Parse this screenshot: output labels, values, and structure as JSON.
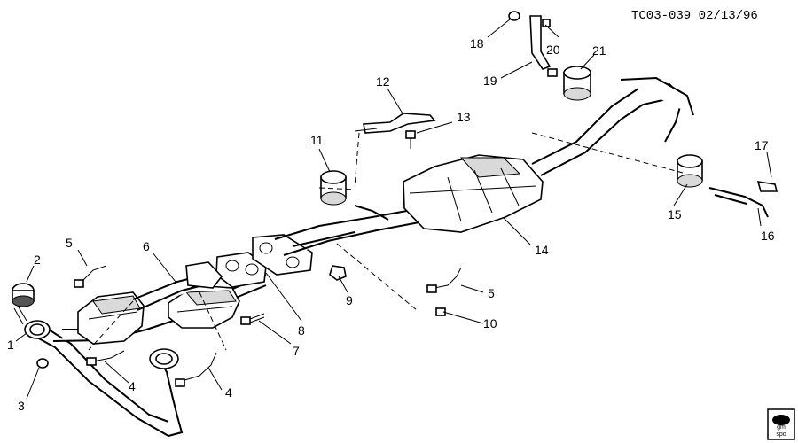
{
  "header": {
    "drawing_code": "TC03-039 02/13/96"
  },
  "callouts": {
    "c1": "1",
    "c2": "2",
    "c3": "3",
    "c4a": "4",
    "c4b": "4",
    "c5a": "5",
    "c5b": "5",
    "c6": "6",
    "c7": "7",
    "c8": "8",
    "c9": "9",
    "c10": "10",
    "c11": "11",
    "c12": "12",
    "c13": "13",
    "c14": "14",
    "c15": "15",
    "c16": "16",
    "c17": "17",
    "c18": "18",
    "c19": "19",
    "c20": "20",
    "c21": "21"
  },
  "logo": {
    "line1": "gm",
    "line2": "spo"
  }
}
